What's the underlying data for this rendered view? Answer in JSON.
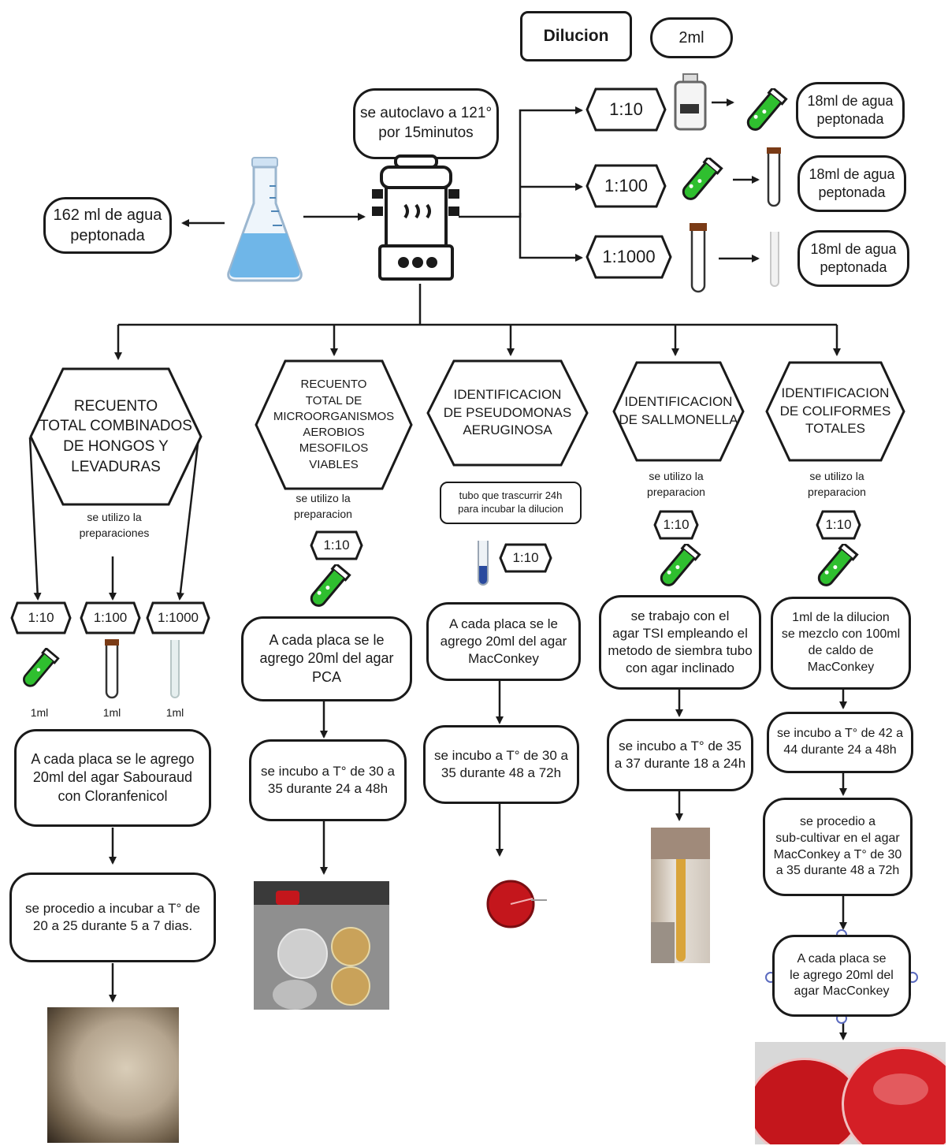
{
  "header": {
    "dilucion_label": "Dilucion",
    "volume_label": "2ml"
  },
  "prep": {
    "autoclave_text": "se autoclavo a 121°\npor 15minutos",
    "peptone_text": "162 ml de agua\npeptonada"
  },
  "dilutions": [
    {
      "ratio": "1:10",
      "water": "18ml de agua\npeptonada"
    },
    {
      "ratio": "1:100",
      "water": "18ml de agua\npeptonada"
    },
    {
      "ratio": "1:1000",
      "water": "18ml de agua\npeptonada"
    }
  ],
  "columns": {
    "hongos": {
      "title": "RECUENTO\nTOTAL COMBINADOS\nDE HONGOS Y\nLEVADURAS",
      "note": "se utilizo la\npreparaciones",
      "tags": [
        "1:10",
        "1:100",
        "1:1000"
      ],
      "volume": "1ml",
      "step1": "A cada placa se le agrego\n20ml del agar Sabouraud\ncon Cloranfenicol",
      "step2": "se procedio a incubar a T° de\n20 a 25 durante 5 a 7 dias."
    },
    "mesofilos": {
      "title": "RECUENTO\nTOTAL DE\nMICROORGANISMOS\nAEROBIOS\nMESOFILOS\nVIABLES",
      "note": "se utilizo la\npreparacion",
      "tag": "1:10",
      "step1": "A cada placa se le\nagrego 20ml del agar\nPCA",
      "step2": "se incubo a T° de 30 a\n35 durante 24 a 48h"
    },
    "pseudomonas": {
      "title": "IDENTIFICACION\nDE PSEUDOMONAS\nAERUGINOSA",
      "note": "tubo que trascurrir 24h\npara incubar la dilucion",
      "tag": "1:10",
      "step1": "A cada placa se le\nagrego 20ml del agar\nMacConkey",
      "step2": "se incubo a T° de 30 a\n35 durante 48 a 72h"
    },
    "salmonella": {
      "title": "IDENTIFICACION\nDE SALLMONELLA",
      "note": "se utilizo la\npreparacion",
      "tag": "1:10",
      "step1": "se trabajo con el\nagar TSI empleando el\nmetodo de siembra tubo\ncon agar inclinado",
      "step2": "se incubo a T° de 35\na 37 durante 18 a 24h"
    },
    "coliformes": {
      "title": "IDENTIFICACION\nDE COLIFORMES\nTOTALES",
      "note": "se utilizo la\npreparacion",
      "tag": "1:10",
      "step1": "1ml de la dilucion\nse mezclo con 100ml\nde caldo de\nMacConkey",
      "step2": "se incubo a T° de 42 a\n44 durante 24 a 48h",
      "step3": "se procedio a\nsub-cultivar en el agar\nMacConkey a T° de 30\na 35 durante 48 a 72h",
      "step4": "A cada placa se\nle agrego 20ml del\nagar MacConkey"
    }
  },
  "colors": {
    "line": "#1a1a1a",
    "tube_green": "#2fbf2f",
    "flask_water": "#6fb6e8",
    "agar_red": "#c4161c"
  }
}
